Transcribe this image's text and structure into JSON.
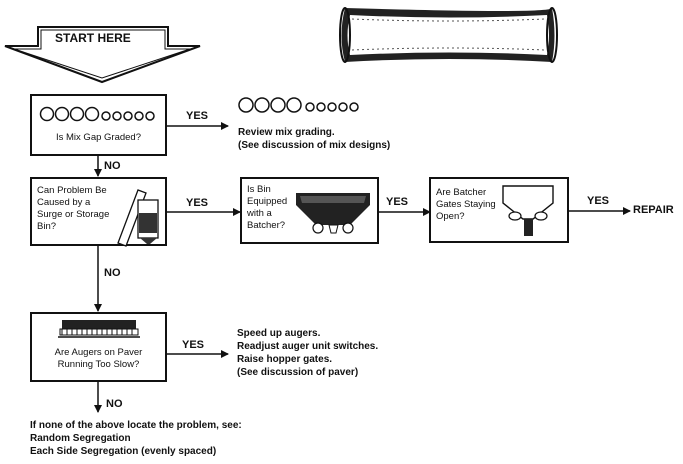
{
  "start": "START HERE",
  "questions": {
    "gap_graded": "Is Mix Gap Graded?",
    "surge_bin": [
      "Can Problem Be",
      "Caused by a",
      "Surge or Storage",
      "Bin?"
    ],
    "bin_batcher": [
      "Is Bin",
      "Equipped",
      "with a",
      "Batcher?"
    ],
    "batcher_gates": [
      "Are Batcher",
      "Gates Staying",
      "Open?"
    ],
    "augers": [
      "Are Augers on Paver",
      "Running Too Slow?"
    ]
  },
  "answers": {
    "yes": "YES",
    "no": "NO",
    "repair": "REPAIR"
  },
  "outcomes": {
    "mix_grading": [
      "Review mix grading.",
      "(See discussion of mix designs)"
    ],
    "augers": [
      "Speed up augers.",
      "Readjust auger unit switches.",
      "Raise hopper gates.",
      "(See discussion of paver)"
    ],
    "final": [
      "If none of the above locate the problem, see:",
      "Random Segregation",
      "Each Side Segregation (evenly spaced)"
    ]
  },
  "colors": {
    "ink": "#111111",
    "paper": "#ffffff"
  }
}
